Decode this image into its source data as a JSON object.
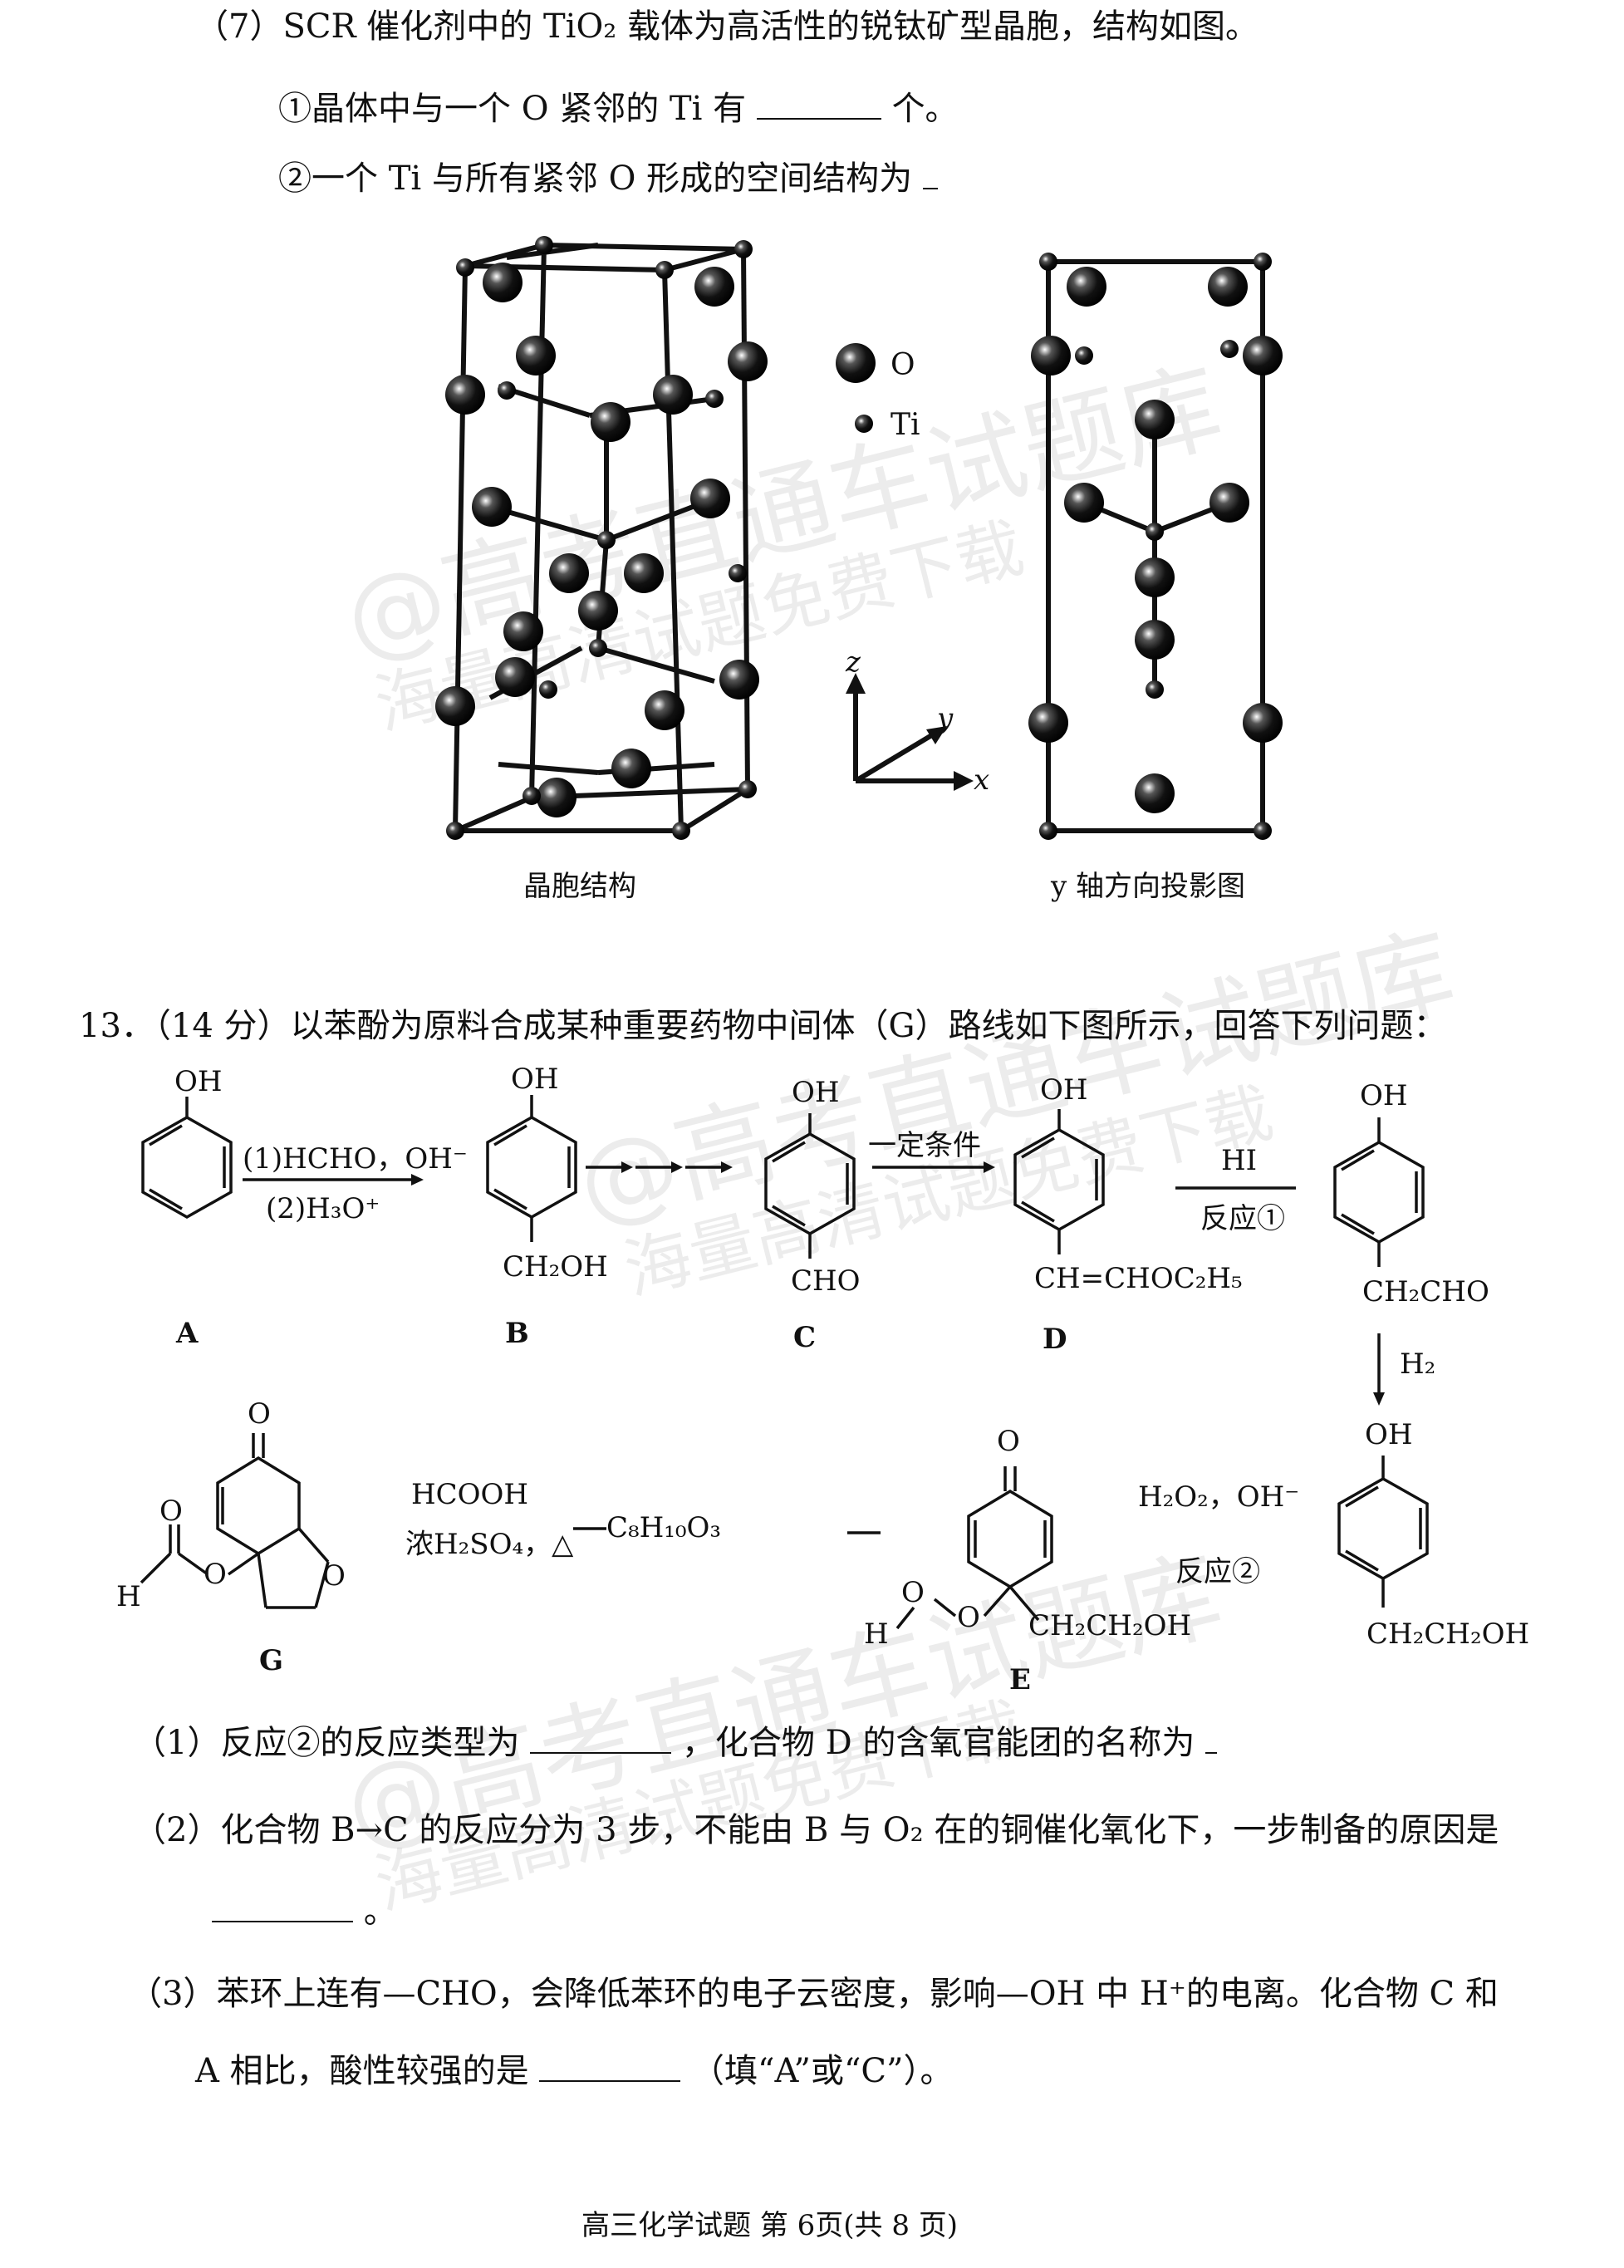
{
  "q7": {
    "intro": "（7）SCR 催化剂中的 TiO₂ 载体为高活性的锐钛矿型晶胞，结构如图。",
    "sub1_before": "①晶体中与一个 O 紧邻的 Ti 有",
    "sub1_after": "个。",
    "sub2": "②一个 Ti 与所有紧邻 O 形成的空间结构为",
    "legend_o": "O",
    "legend_ti": "Ti",
    "axis_x": "x",
    "axis_y": "y",
    "axis_z": "z",
    "caption_left": "晶胞结构",
    "caption_right": "y 轴方向投影图"
  },
  "q13": {
    "header": "13．（14 分）以苯酚为原料合成某种重要药物中间体（G）路线如下图所示，回答下列问题：",
    "A_oh": "OH",
    "A_label": "A",
    "reagent1a": "(1)HCHO，OH⁻",
    "reagent1b": "(2)H₃O⁺",
    "B_oh": "OH",
    "B_sub": "CH₂OH",
    "B_label": "B",
    "C_oh": "OH",
    "C_sub": "CHO",
    "C_label": "C",
    "cond_CD": "一定条件",
    "D_oh": "OH",
    "D_sub": "CH=CHOC₂H₅",
    "D_label": "D",
    "reagent_HI": "HI",
    "reaction1": "反应①",
    "F1_oh": "OH",
    "F1_sub": "CH₂CHO",
    "reagent_H2": "H₂",
    "F2_oh": "OH",
    "F2_sub": "CH₂CH₂OH",
    "reagent_H2O2": "H₂O₂，OH⁻",
    "reaction2": "反应②",
    "E_O": "O",
    "E_H": "H",
    "E_O1": "O",
    "E_O2": "O",
    "E_sub": "CH₂CH₂OH",
    "E_label": "E",
    "formula_C8": "C₈H₁₀O₃",
    "reagent_HCOOH": "HCOOH",
    "reagent_H2SO4": "浓H₂SO₄，△",
    "G_O_top": "O",
    "G_O_ring": "O",
    "G_O_ester": "O",
    "G_O_carbonyl": "O",
    "G_H": "H",
    "G_label": "G"
  },
  "questions": {
    "p1_a": "（1）反应②的反应类型为",
    "p1_b": "，化合物 D 的含氧官能团的名称为",
    "p2_a": "（2）化合物 B→C 的反应分为 3 步，不能由 B 与 O₂ 在的铜催化氧化下，一步制备的原因是",
    "p2_b": "。",
    "p3_a": "（3）苯环上连有—CHO，会降低苯环的电子云密度，影响—OH 中 H⁺的电离。化合物 C 和",
    "p3_b": "A 相比，酸性较强的是",
    "p3_c": "（填“A”或“C”）。"
  },
  "footer": "高三化学试题  第 6页(共 8 页)",
  "watermarks": [
    "@高考直通车试题库",
    "海量高清试题免费下载"
  ]
}
